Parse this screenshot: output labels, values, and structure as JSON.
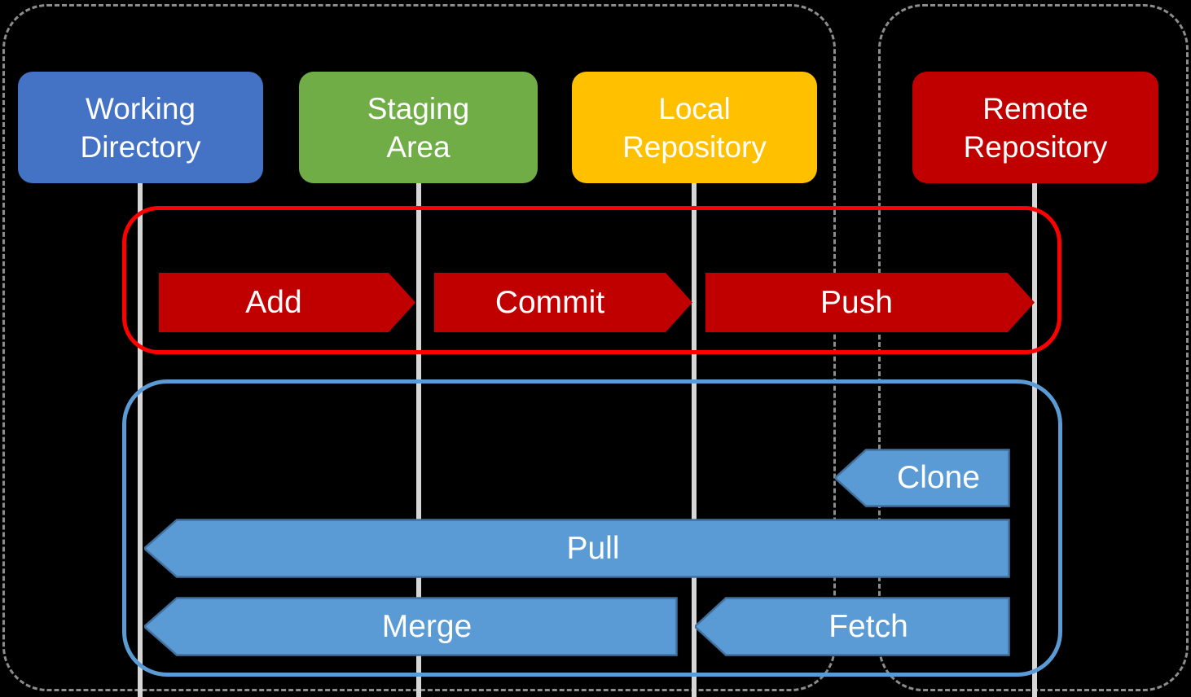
{
  "diagram": {
    "nodes": [
      {
        "id": "working-directory",
        "line1": "Working",
        "line2": "Directory",
        "color": "#4472c4"
      },
      {
        "id": "staging-area",
        "line1": "Staging",
        "line2": "Area",
        "color": "#70ad47"
      },
      {
        "id": "local-repository",
        "line1": "Local",
        "line2": "Repository",
        "color": "#ffc000"
      },
      {
        "id": "remote-repository",
        "line1": "Remote",
        "line2": "Repository",
        "color": "#c00000"
      }
    ],
    "arrows": {
      "add": {
        "label": "Add",
        "direction": "right",
        "from": "working-directory",
        "to": "staging-area",
        "color": "#c00000"
      },
      "commit": {
        "label": "Commit",
        "direction": "right",
        "from": "staging-area",
        "to": "local-repository",
        "color": "#c00000"
      },
      "push": {
        "label": "Push",
        "direction": "right",
        "from": "local-repository",
        "to": "remote-repository",
        "color": "#c00000"
      },
      "clone": {
        "label": "Clone",
        "direction": "left",
        "from": "remote-repository",
        "to": "local-environment",
        "color": "#5b9bd5"
      },
      "pull": {
        "label": "Pull",
        "direction": "left",
        "from": "remote-repository",
        "to": "working-directory",
        "color": "#5b9bd5"
      },
      "merge": {
        "label": "Merge",
        "direction": "left",
        "from": "local-repository",
        "to": "working-directory",
        "color": "#5b9bd5"
      },
      "fetch": {
        "label": "Fetch",
        "direction": "left",
        "from": "remote-repository",
        "to": "local-repository",
        "color": "#5b9bd5"
      }
    },
    "groups": {
      "push_flow_outline_color": "#ff0000",
      "fetch_flow_outline_color": "#5b9bd5"
    },
    "boundaries": {
      "style": "dashed",
      "color": "#8c8c8c",
      "left_region": "local-environment",
      "right_region": "remote-environment"
    },
    "lifeline_color": "#d6d6d6",
    "background_color": "#000000"
  }
}
